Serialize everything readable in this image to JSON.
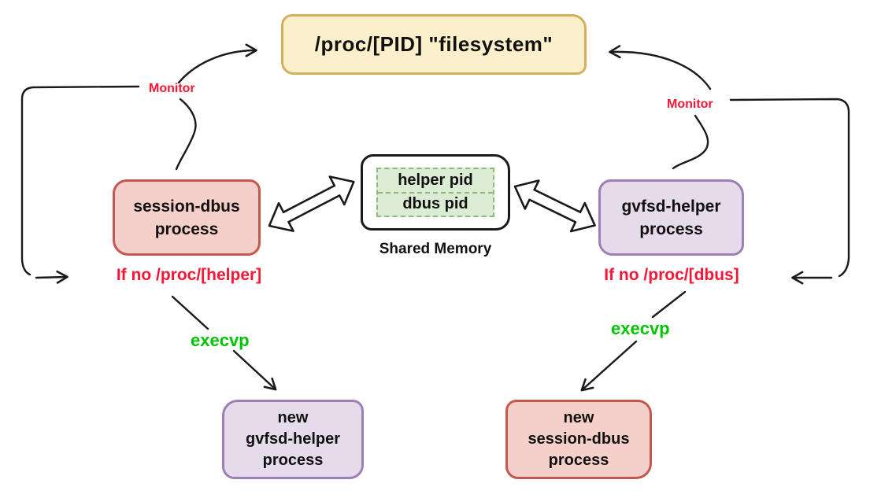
{
  "nodes": {
    "proc_filesystem": {
      "label": "/proc/[PID] \"filesystem\"",
      "fill": "#fcefcb",
      "border": "#d4af5c"
    },
    "session_dbus": {
      "lines": [
        "session-dbus",
        "process"
      ],
      "fill": "#f5cfc9",
      "border": "#c4574e"
    },
    "shared_memory": {
      "cells": [
        "helper pid",
        "dbus pid"
      ],
      "caption": "Shared Memory",
      "outer_fill": "#ffffff",
      "outer_border": "#1a1a1a",
      "inner_fill": "#dcebd3",
      "inner_border": "#8cba7c"
    },
    "gvfsd_helper": {
      "lines": [
        "gvfsd-helper",
        "process"
      ],
      "fill": "#e5dbea",
      "border": "#9d7eb5"
    },
    "new_gvfsd_helper": {
      "lines": [
        "new",
        "gvfsd-helper",
        "process"
      ],
      "fill": "#e5dbea",
      "border": "#9d7eb5"
    },
    "new_session_dbus": {
      "lines": [
        "new",
        "session-dbus",
        "process"
      ],
      "fill": "#f5cfc9",
      "border": "#c4574e"
    }
  },
  "labels": {
    "monitor_left": "Monitor",
    "monitor_right": "Monitor",
    "if_no_helper": "If no /proc/[helper]",
    "if_no_dbus": "If no /proc/[dbus]",
    "execvp_left": "execvp",
    "execvp_right": "execvp"
  },
  "colors": {
    "label_red": "#f81535",
    "label_green": "#00c400",
    "line_stroke": "#1a1a1a"
  }
}
